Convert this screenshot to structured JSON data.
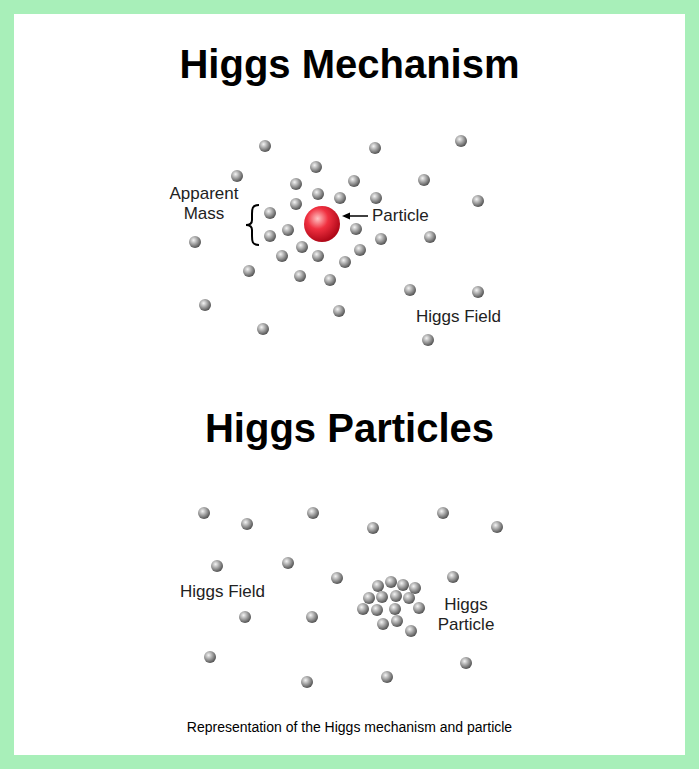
{
  "diagram": {
    "title": "Higgs Mechanism",
    "caption": "Representation of the Higgs mechanism and particle",
    "labels": [
      "Higgs Particles",
      "Apparent Mass",
      "Particle",
      "Higgs Field",
      "Higgs Field",
      "Higgs Particle"
    ]
  }
}
